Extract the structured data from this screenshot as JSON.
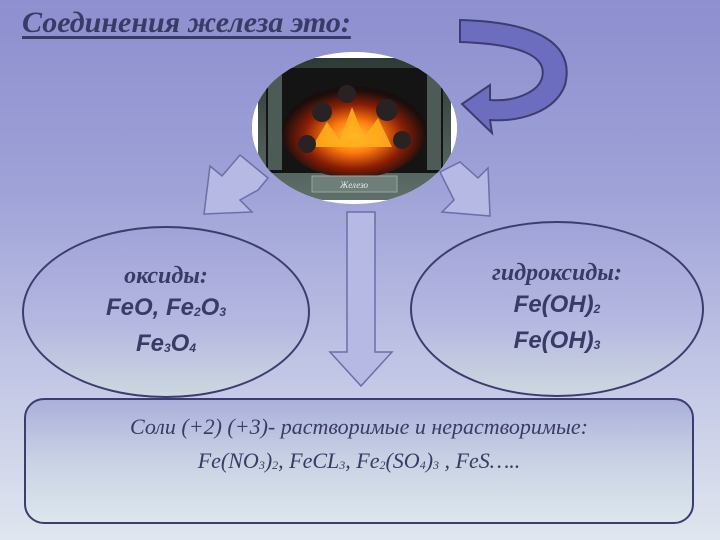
{
  "title": "Соединения железа это:",
  "image": {
    "caption": "Железо"
  },
  "left_ellipse": {
    "heading": "оксиды:",
    "line2_parts": [
      "FeO, Fe",
      "2",
      "O",
      "3"
    ],
    "line3_parts": [
      "Fe",
      "3",
      "O",
      "4"
    ]
  },
  "right_ellipse": {
    "heading": "гидроксиды:",
    "line2_parts": [
      "Fe(OH)",
      "2"
    ],
    "line3_parts": [
      "Fe(OH)",
      "3"
    ]
  },
  "salts": {
    "line1": "Соли (+2) (+3)-  растворимые и нерастворимые:",
    "line2_parts": [
      "Fe(NO",
      "3",
      ")",
      "2",
      ",  FeCL",
      "3",
      ",  Fe",
      "2",
      "(SO",
      "4",
      ")",
      "3",
      " , FeS….."
    ]
  },
  "colors": {
    "text": "#3a3a66",
    "arrow_fill": "#b6b9e3",
    "curved_arrow_fill": "#6d6dbf",
    "outline": "#3c3c6e"
  }
}
